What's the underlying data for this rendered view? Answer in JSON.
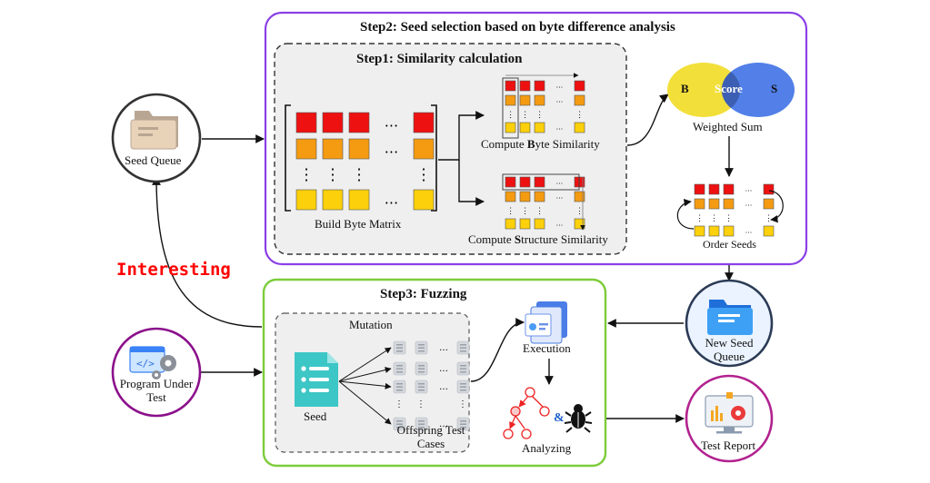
{
  "step2": {
    "title": "Step2: Seed selection based on byte difference analysis"
  },
  "step1": {
    "title": "Step1: Similarity calculation",
    "build_label": "Build Byte Matrix",
    "byte_sim_label_pre": "Compute ",
    "byte_sim_label_bold": "B",
    "byte_sim_label_post": "yte Similarity",
    "struct_sim_label_pre": "Compute ",
    "struct_sim_label_bold": "S",
    "struct_sim_label_post": "tructure Similarity"
  },
  "venn": {
    "left": "B",
    "center": "Score",
    "right": "S",
    "caption": "Weighted Sum"
  },
  "order_seeds": {
    "label": "Order Seeds"
  },
  "seed_queue": {
    "label": "Seed Queue"
  },
  "program_under_test": {
    "line1": "Program Under",
    "line2": "Test"
  },
  "interesting": {
    "label": "Interesting",
    "color": "#ff0000"
  },
  "step3": {
    "title": "Step3: Fuzzing",
    "mutation_label": "Mutation",
    "seed_label": "Seed",
    "offspring_line1": "Offspring Test",
    "offspring_line2": "Cases",
    "execution_label": "Execution",
    "analyzing_label": "Analyzing",
    "ampersand": "&"
  },
  "new_seed_queue": {
    "line1": "New Seed",
    "line2": "Queue"
  },
  "test_report": {
    "label": "Test Report"
  },
  "matrix_ellipsis": "…",
  "matrix_vdots": "⋮",
  "colors": {
    "purple": "#8a3fe6",
    "green": "#7ccc3a",
    "red": "#ee1111",
    "orange": "#f49b12",
    "yellow": "#fcd00a",
    "venn_left": "#f5e33a",
    "venn_right": "#3f72e6",
    "seed_teal": "#3dc6c6",
    "report_ring": "#b2218f",
    "new_queue_ring": "#2b3a55"
  }
}
